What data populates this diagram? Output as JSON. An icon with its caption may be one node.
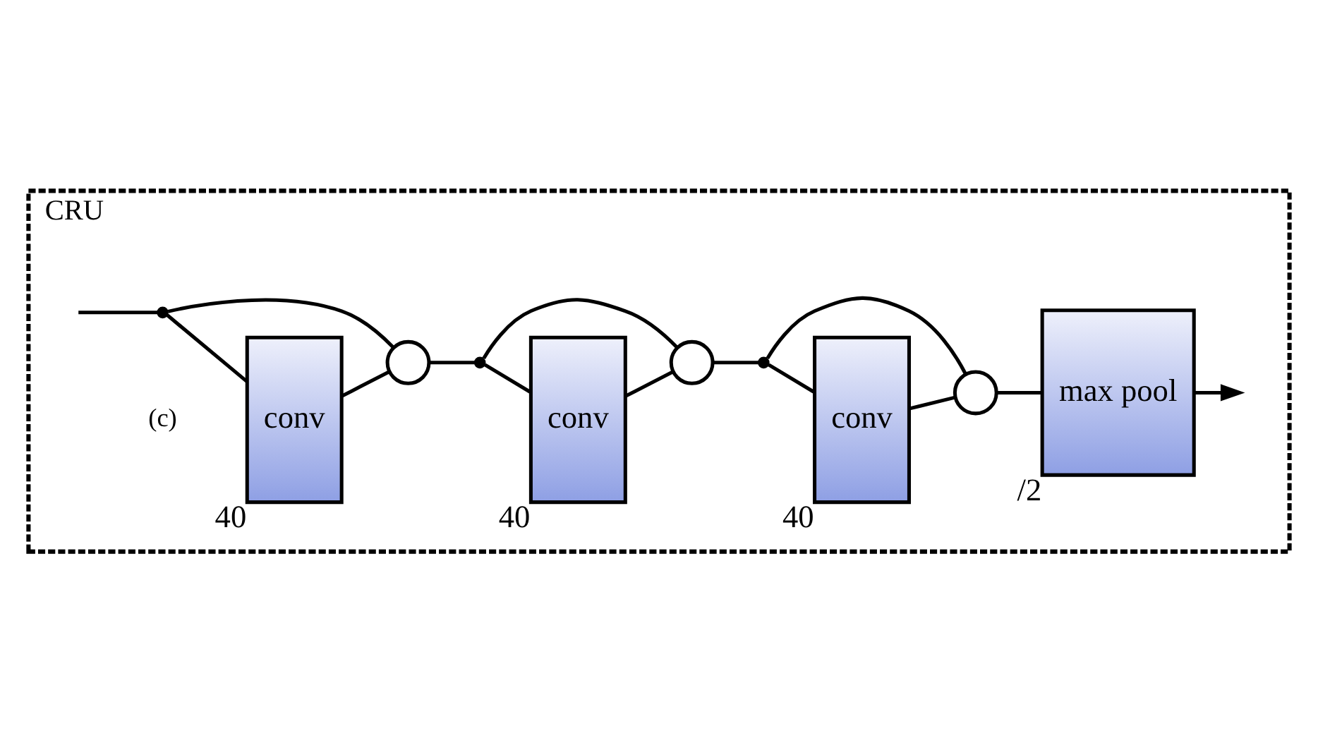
{
  "diagram": {
    "nodes": [
      {
        "text": [
          "CRU"
        ]
      },
      {
        "text": [],
        "shape": "dot",
        "in": 0
      },
      {
        "text": [
          "conv"
        ],
        "beside": [
          "40"
        ],
        "in": 0
      },
      {
        "text": [],
        "shape": "circle",
        "in": 0
      },
      {
        "text": [],
        "shape": "dot",
        "in": 0
      },
      {
        "text": [
          "conv"
        ],
        "beside": [
          "40"
        ],
        "in": 0
      },
      {
        "text": [],
        "shape": "circle",
        "in": 0
      },
      {
        "text": [],
        "shape": "dot",
        "in": 0
      },
      {
        "text": [
          "conv"
        ],
        "beside": [
          "40"
        ],
        "in": 0
      },
      {
        "text": [],
        "shape": "circle",
        "in": 0
      },
      {
        "text": [
          "max pool"
        ],
        "beside": [
          "/2"
        ],
        "in": 0
      }
    ],
    "edges": [
      {
        "from": null,
        "to": 1,
        "arrow": "none"
      },
      {
        "from": 1,
        "to": 2,
        "arrow": "none"
      },
      {
        "from": 2,
        "to": 3,
        "arrow": "none"
      },
      {
        "from": 1,
        "to": 3,
        "arrow": "none"
      },
      {
        "from": 3,
        "to": 4,
        "arrow": "none"
      },
      {
        "from": 4,
        "to": 5,
        "arrow": "none"
      },
      {
        "from": 5,
        "to": 6,
        "arrow": "none"
      },
      {
        "from": 4,
        "to": 6,
        "arrow": "none"
      },
      {
        "from": 6,
        "to": 7,
        "arrow": "none"
      },
      {
        "from": 7,
        "to": 8,
        "arrow": "none"
      },
      {
        "from": 8,
        "to": 9,
        "arrow": "none"
      },
      {
        "from": 7,
        "to": 9,
        "arrow": "none"
      },
      {
        "from": 9,
        "to": 10,
        "arrow": "none"
      },
      {
        "from": 10,
        "to": null,
        "arrow": "to"
      }
    ],
    "labels": [
      "(c)"
    ]
  }
}
